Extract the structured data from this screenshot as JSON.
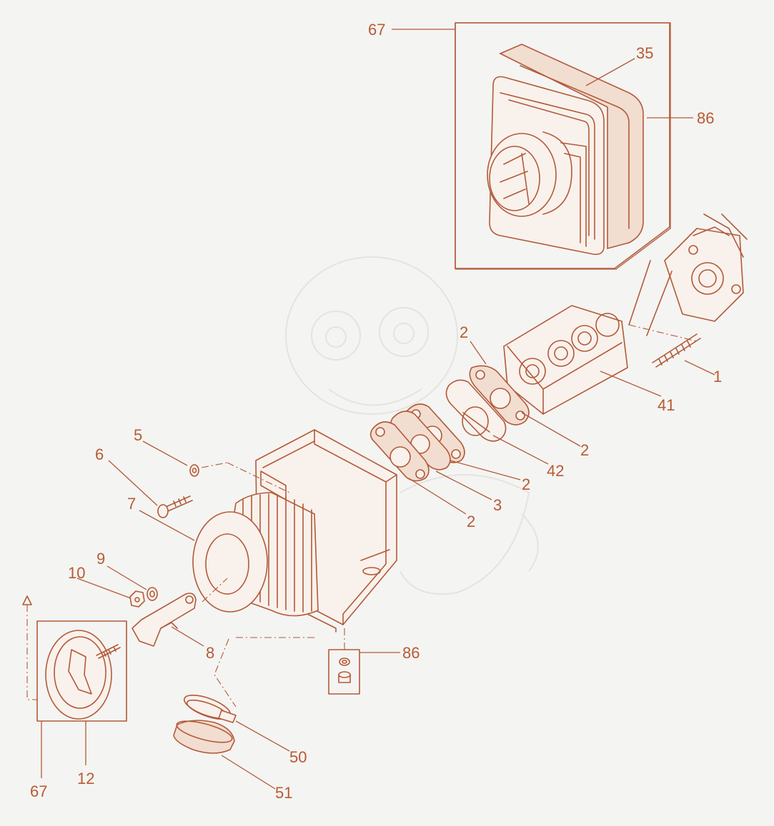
{
  "colors": {
    "line": "#b25a38",
    "label": "#b85a32",
    "background": "#f4f4f2"
  },
  "callouts": [
    {
      "id": "c67a",
      "text": "67"
    },
    {
      "id": "c35",
      "text": "35"
    },
    {
      "id": "c86a",
      "text": "86"
    },
    {
      "id": "c2a",
      "text": "2"
    },
    {
      "id": "c1",
      "text": "1"
    },
    {
      "id": "c41",
      "text": "41"
    },
    {
      "id": "c2b",
      "text": "2"
    },
    {
      "id": "c42",
      "text": "42"
    },
    {
      "id": "c2c",
      "text": "2"
    },
    {
      "id": "c3",
      "text": "3"
    },
    {
      "id": "c2d",
      "text": "2"
    },
    {
      "id": "c5",
      "text": "5"
    },
    {
      "id": "c6",
      "text": "6"
    },
    {
      "id": "c7",
      "text": "7"
    },
    {
      "id": "c9",
      "text": "9"
    },
    {
      "id": "c10",
      "text": "10"
    },
    {
      "id": "c8",
      "text": "8"
    },
    {
      "id": "c86b",
      "text": "86"
    },
    {
      "id": "c50",
      "text": "50"
    },
    {
      "id": "c51",
      "text": "51"
    },
    {
      "id": "c12",
      "text": "12"
    },
    {
      "id": "c67b",
      "text": "67"
    }
  ]
}
